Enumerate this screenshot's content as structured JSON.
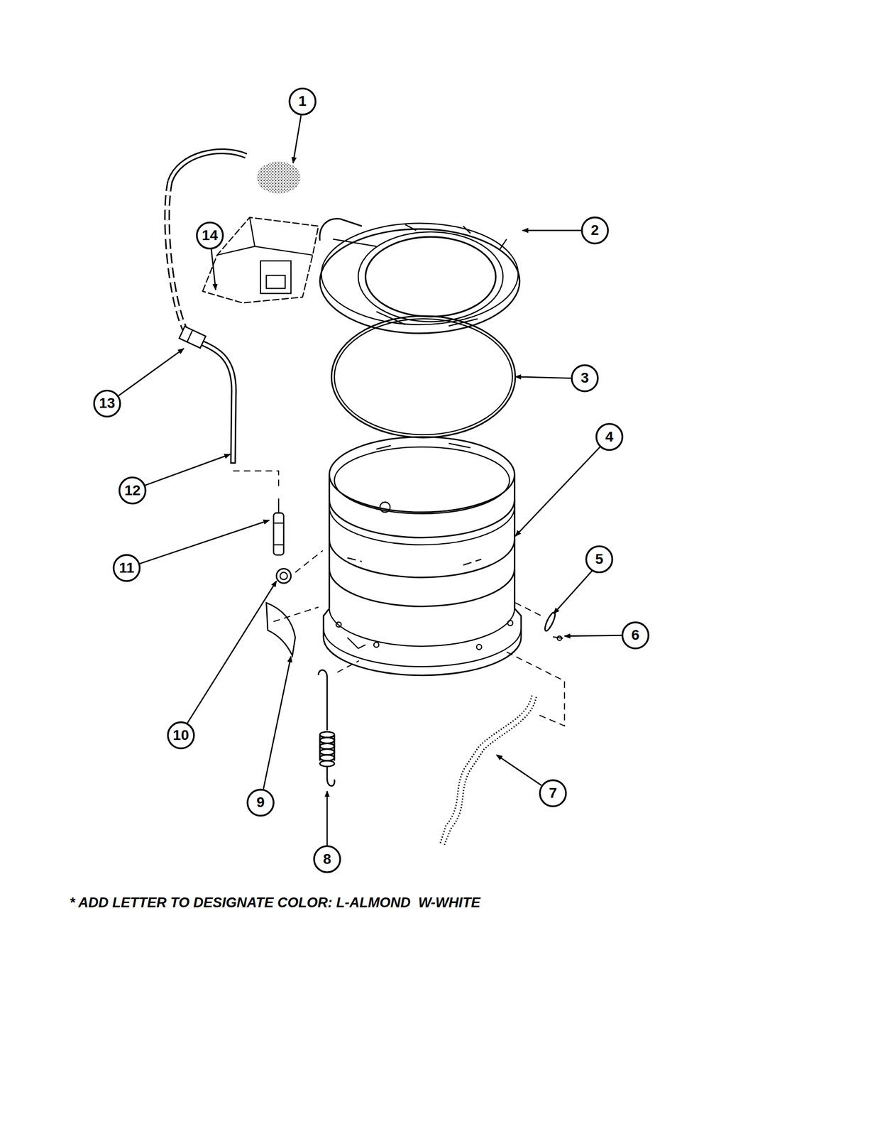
{
  "diagram": {
    "labels": [
      "1",
      "2",
      "3",
      "4",
      "5",
      "6",
      "7",
      "8",
      "9",
      "10",
      "11",
      "12",
      "13",
      "14",
      "* ADD LETTER TO DESIGNATE COLOR: L-ALMOND  W-WHITE"
    ]
  }
}
